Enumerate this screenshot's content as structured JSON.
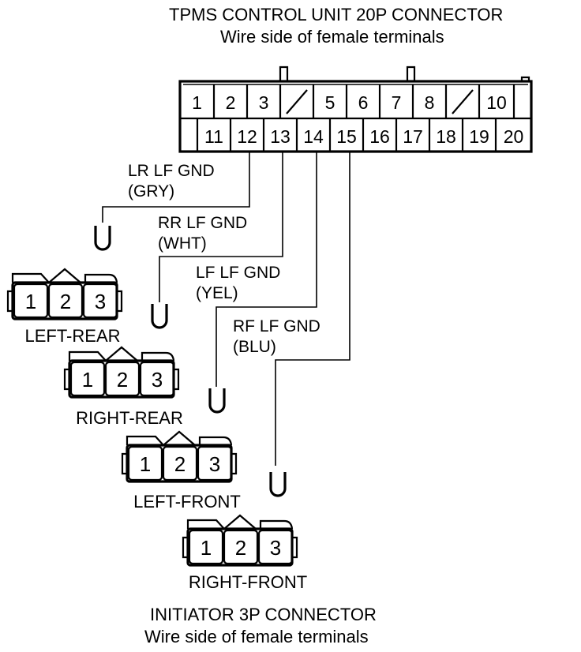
{
  "header": {
    "title": "TPMS CONTROL UNIT 20P CONNECTOR",
    "subtitle": "Wire side of female terminals"
  },
  "control_unit": {
    "top_row": [
      "1",
      "2",
      "3",
      "",
      "5",
      "6",
      "7",
      "8",
      "",
      "10"
    ],
    "bottom_row": [
      "",
      "11",
      "12",
      "13",
      "14",
      "15",
      "16",
      "17",
      "18",
      "19",
      "20"
    ]
  },
  "wires": [
    {
      "name": "LR LF GND",
      "color": "(GRY)"
    },
    {
      "name": "RR LF GND",
      "color": "(WHT)"
    },
    {
      "name": "LF LF GND",
      "color": "(YEL)"
    },
    {
      "name": "RF LF GND",
      "color": "(BLU)"
    }
  ],
  "initiators": [
    {
      "label": "LEFT-REAR",
      "pins": [
        "1",
        "2",
        "3"
      ]
    },
    {
      "label": "RIGHT-REAR",
      "pins": [
        "1",
        "2",
        "3"
      ]
    },
    {
      "label": "LEFT-FRONT",
      "pins": [
        "1",
        "2",
        "3"
      ]
    },
    {
      "label": "RIGHT-FRONT",
      "pins": [
        "1",
        "2",
        "3"
      ]
    }
  ],
  "footer": {
    "title": "INITIATOR 3P CONNECTOR",
    "subtitle": "Wire side of female terminals"
  }
}
